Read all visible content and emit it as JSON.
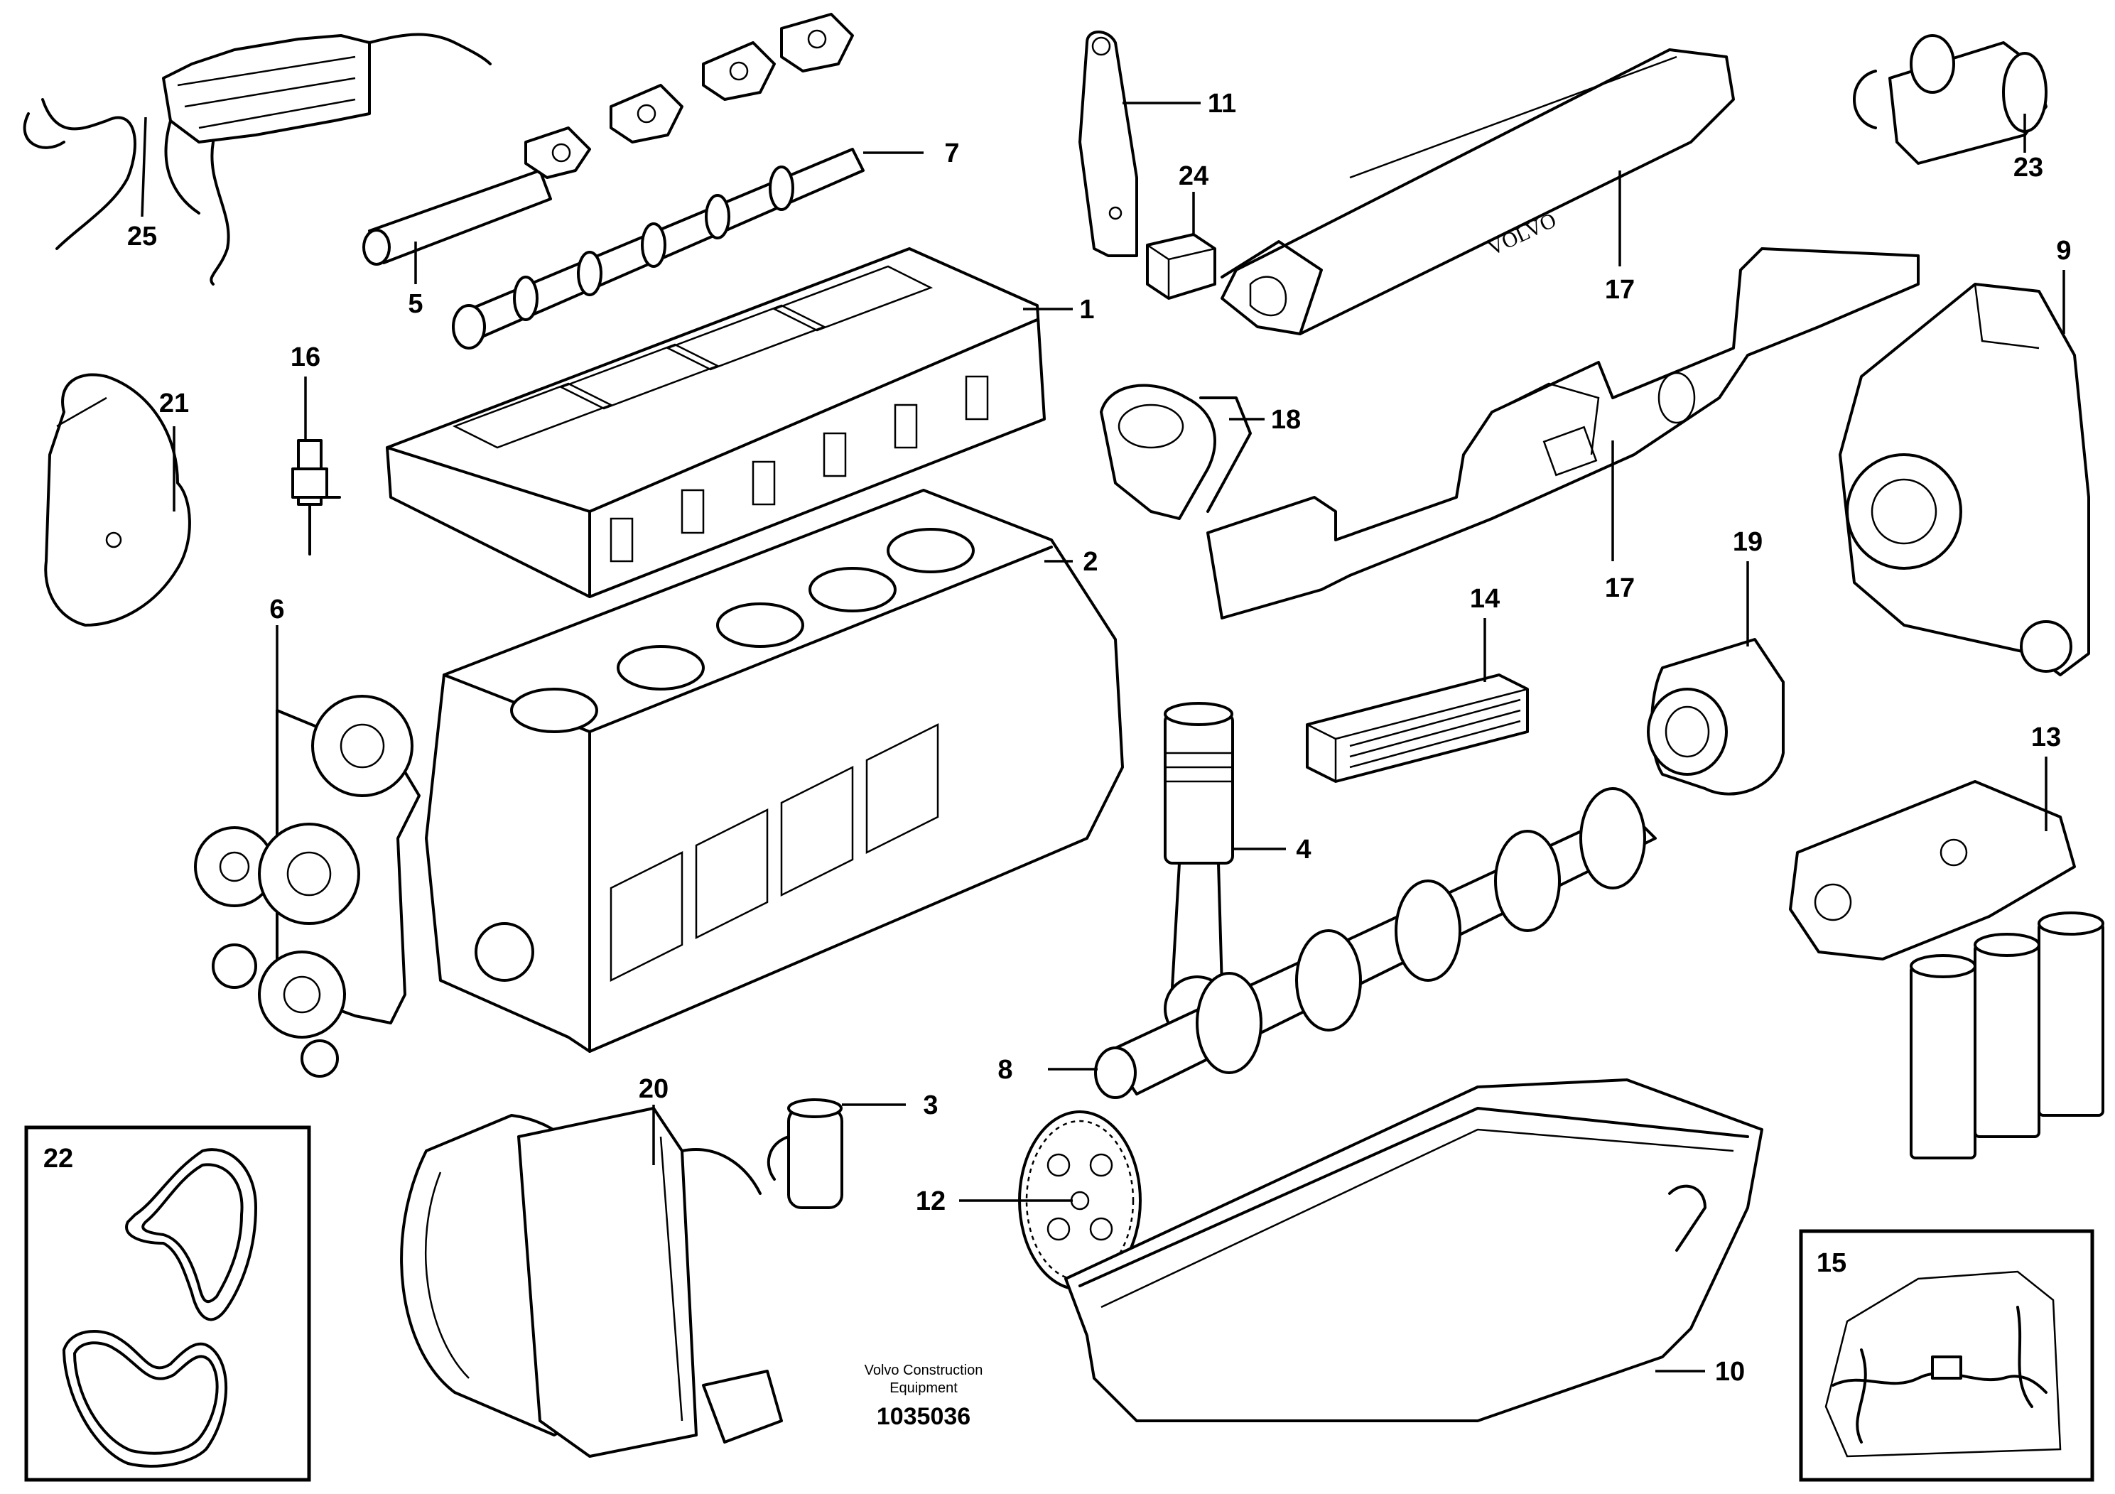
{
  "callouts": {
    "c1": "1",
    "c2": "2",
    "c3": "3",
    "c4": "4",
    "c5": "5",
    "c6": "6",
    "c7": "7",
    "c8": "8",
    "c9": "9",
    "c10": "10",
    "c11": "11",
    "c12": "12",
    "c13": "13",
    "c14": "14",
    "c15": "15",
    "c16": "16",
    "c17a": "17",
    "c17b": "17",
    "c18": "18",
    "c19": "19",
    "c20": "20",
    "c21": "21",
    "c22": "22",
    "c23": "23",
    "c24": "24",
    "c25": "25"
  },
  "footer": {
    "brand_line1": "Volvo Construction",
    "brand_line2": "Equipment",
    "drawing_number": "1035036"
  },
  "valve_cover_text": "VOLVO"
}
